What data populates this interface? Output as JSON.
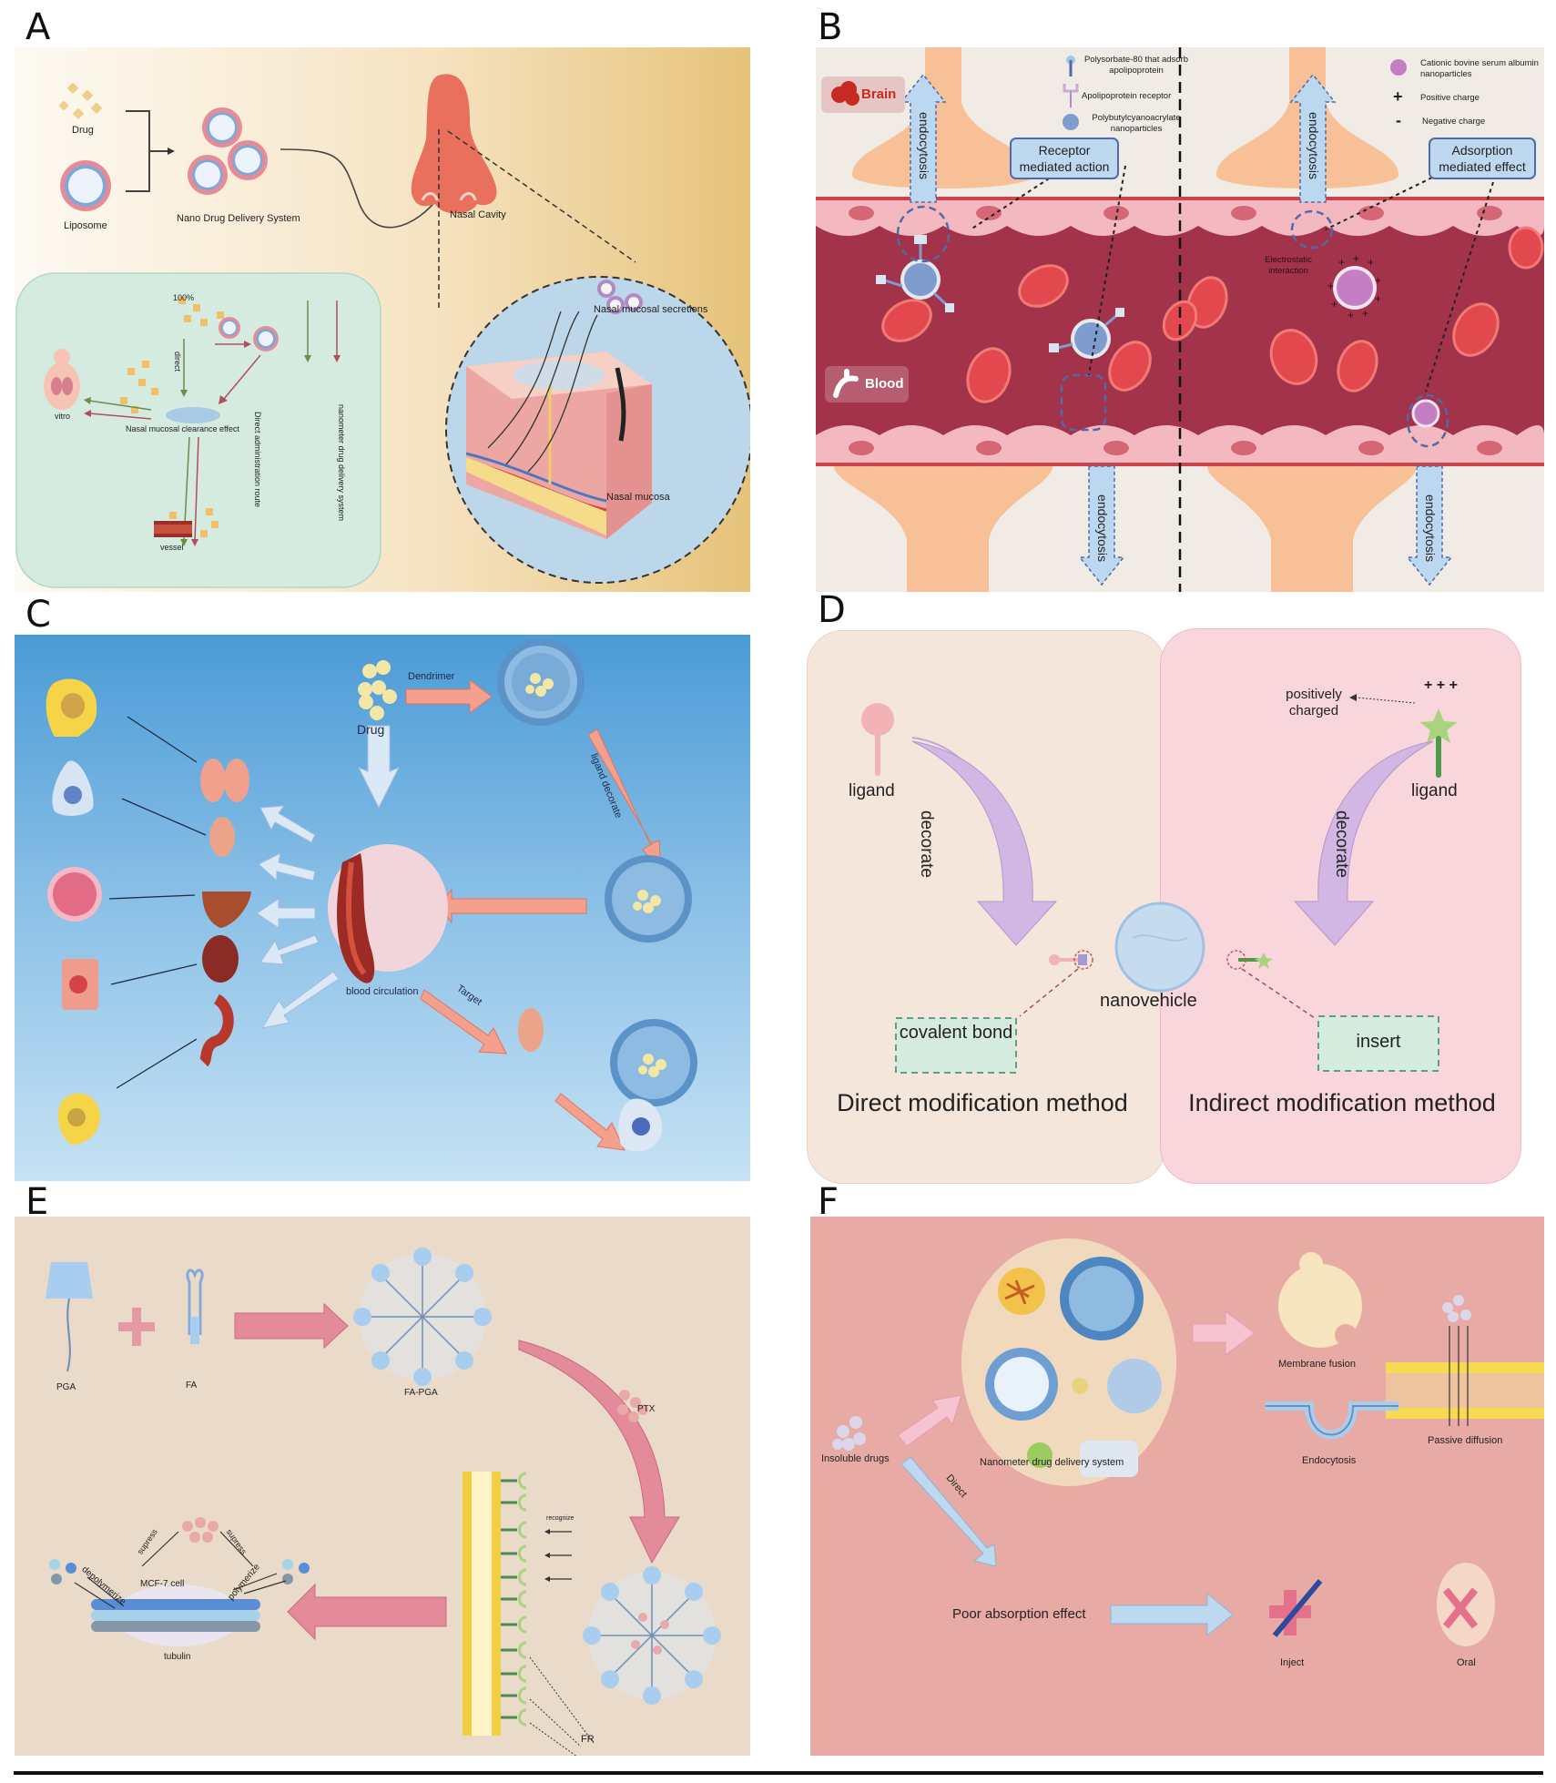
{
  "figure": {
    "panels": {
      "A": {
        "letter": "A",
        "labels": {
          "drug": "Drug",
          "liposome": "Liposome",
          "nano_system": "Nano Drug Delivery System",
          "nasal_cavity": "Nasal Cavity",
          "percent": "100%",
          "direct": "direct",
          "vitro": "vitro",
          "clearance": "Nasal mucosal clearance effect",
          "vessel": "vessel",
          "legend_direct": "Direct administration route",
          "legend_nano": "nanometer drug delivery system",
          "secretions": "Nasal mucosal secretions",
          "mucosa": "Nasal mucosa"
        },
        "colors": {
          "bg_start": "#fdfaf3",
          "bg_end": "#e8c67c",
          "inset": "#d6ebdf",
          "circle": "#bcd7ea",
          "nose": "#e8705d"
        }
      },
      "B": {
        "letter": "B",
        "labels": {
          "brain": "Brain",
          "blood": "Blood",
          "legend1": "Polysorbate-80 that adsorb apolipoprotein",
          "legend2": "Apolipoprotein receptor",
          "legend3": "Polybutylcyanoacrylate nanoparticles",
          "legend4": "Cationic bovine serum albumin nanoparticles",
          "legend5": "Positive charge",
          "legend6": "Negative charge",
          "box_left": "Receptor mediated action",
          "box_right": "Adsorption mediated effect",
          "endocytosis": "endocytosis",
          "electrostatic": "Electrostatic interaction",
          "plus": "+",
          "minus": "-"
        },
        "colors": {
          "blood": "#a3334a",
          "endothelium": "#f3b8c0",
          "tissue": "#f1ebe6",
          "neuron": "#f7c097",
          "rbc": "#e2484d"
        }
      },
      "C": {
        "letter": "C",
        "labels": {
          "drug": "Drug",
          "dendrimer": "Dendrimer",
          "ligand_decorate": "ligand decorate",
          "blood_circulation": "blood circulation",
          "target": "Target"
        },
        "colors": {
          "bg_top": "#4b9bd6",
          "bg_bottom": "#c6e2f4",
          "arrow_red": "#f4a08c",
          "arrow_blue": "#dbe8f6"
        }
      },
      "D": {
        "letter": "D",
        "labels": {
          "ligand_left": "ligand",
          "ligand_right": "ligand",
          "decorate_left": "decorate",
          "decorate_right": "decorate",
          "positively_charged": "positively charged",
          "nanovehicle": "nanovehicle",
          "covalent_bond": "covalent bond",
          "insert": "insert",
          "direct_method": "Direct modification method",
          "indirect_method": "Indirect modification method"
        },
        "colors": {
          "left_bg": "#f5e6dc",
          "right_bg": "#f9d5dc",
          "box": "#d5ebdd",
          "arrow": "#d2b6e3"
        }
      },
      "E": {
        "letter": "E",
        "labels": {
          "pga": "PGA",
          "fa": "FA",
          "fa_pga": "FA-PGA",
          "ptx": "PTX",
          "suppress_left": "supress",
          "suppress_right": "supress",
          "mcf7": "MCF-7 cell",
          "depolymerize": "depolymerize",
          "polymerize": "polymerize",
          "tubulin": "tubulin",
          "recognize": "recognize",
          "fr": "FR"
        },
        "colors": {
          "bg": "#eadac9",
          "arrow": "#e38a9b"
        }
      },
      "F": {
        "letter": "F",
        "labels": {
          "insoluble": "Insoluble drugs",
          "nano_system": "Nanometer drug delivery system",
          "membrane_fusion": "Membrane fusion",
          "passive_diffusion": "Passive diffusion",
          "endocytosis": "Endocytosis",
          "direct": "Direct",
          "poor_absorption": "Poor absorption effect",
          "inject": "Inject",
          "oral": "Oral"
        },
        "colors": {
          "bg": "#e7aaa5",
          "circle": "#f1d9bd",
          "arrow_pink": "#f6c4d0",
          "arrow_blue": "#bcd9ef"
        }
      }
    }
  }
}
